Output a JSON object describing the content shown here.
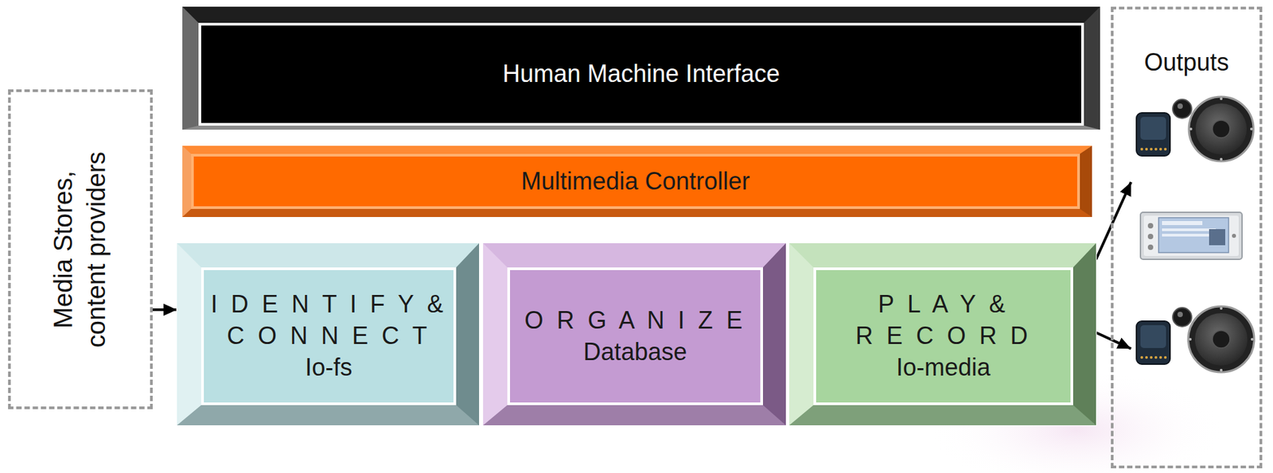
{
  "diagram": {
    "nodes": [
      {
        "text": [
          "Media Stores, content providers"
        ]
      },
      {
        "text": [
          "Human Machine Interface"
        ]
      },
      {
        "text": [
          "Multimedia Controller"
        ]
      },
      {
        "text": [
          "I D E N T I F Y & C O N N E C T",
          "Io-fs"
        ]
      },
      {
        "text": [
          "O R G A N I Z E",
          "Database"
        ]
      },
      {
        "text": [
          "P L A Y & R E C O R D",
          "Io-media"
        ]
      },
      {
        "text": [
          "Outputs"
        ]
      }
    ],
    "edges": [
      {
        "from": 0,
        "to": 3,
        "arrow": "to"
      },
      {
        "from": 5,
        "to": 6,
        "arrow": "to"
      },
      {
        "from": 5,
        "to": 6,
        "arrow": "to"
      }
    ]
  }
}
